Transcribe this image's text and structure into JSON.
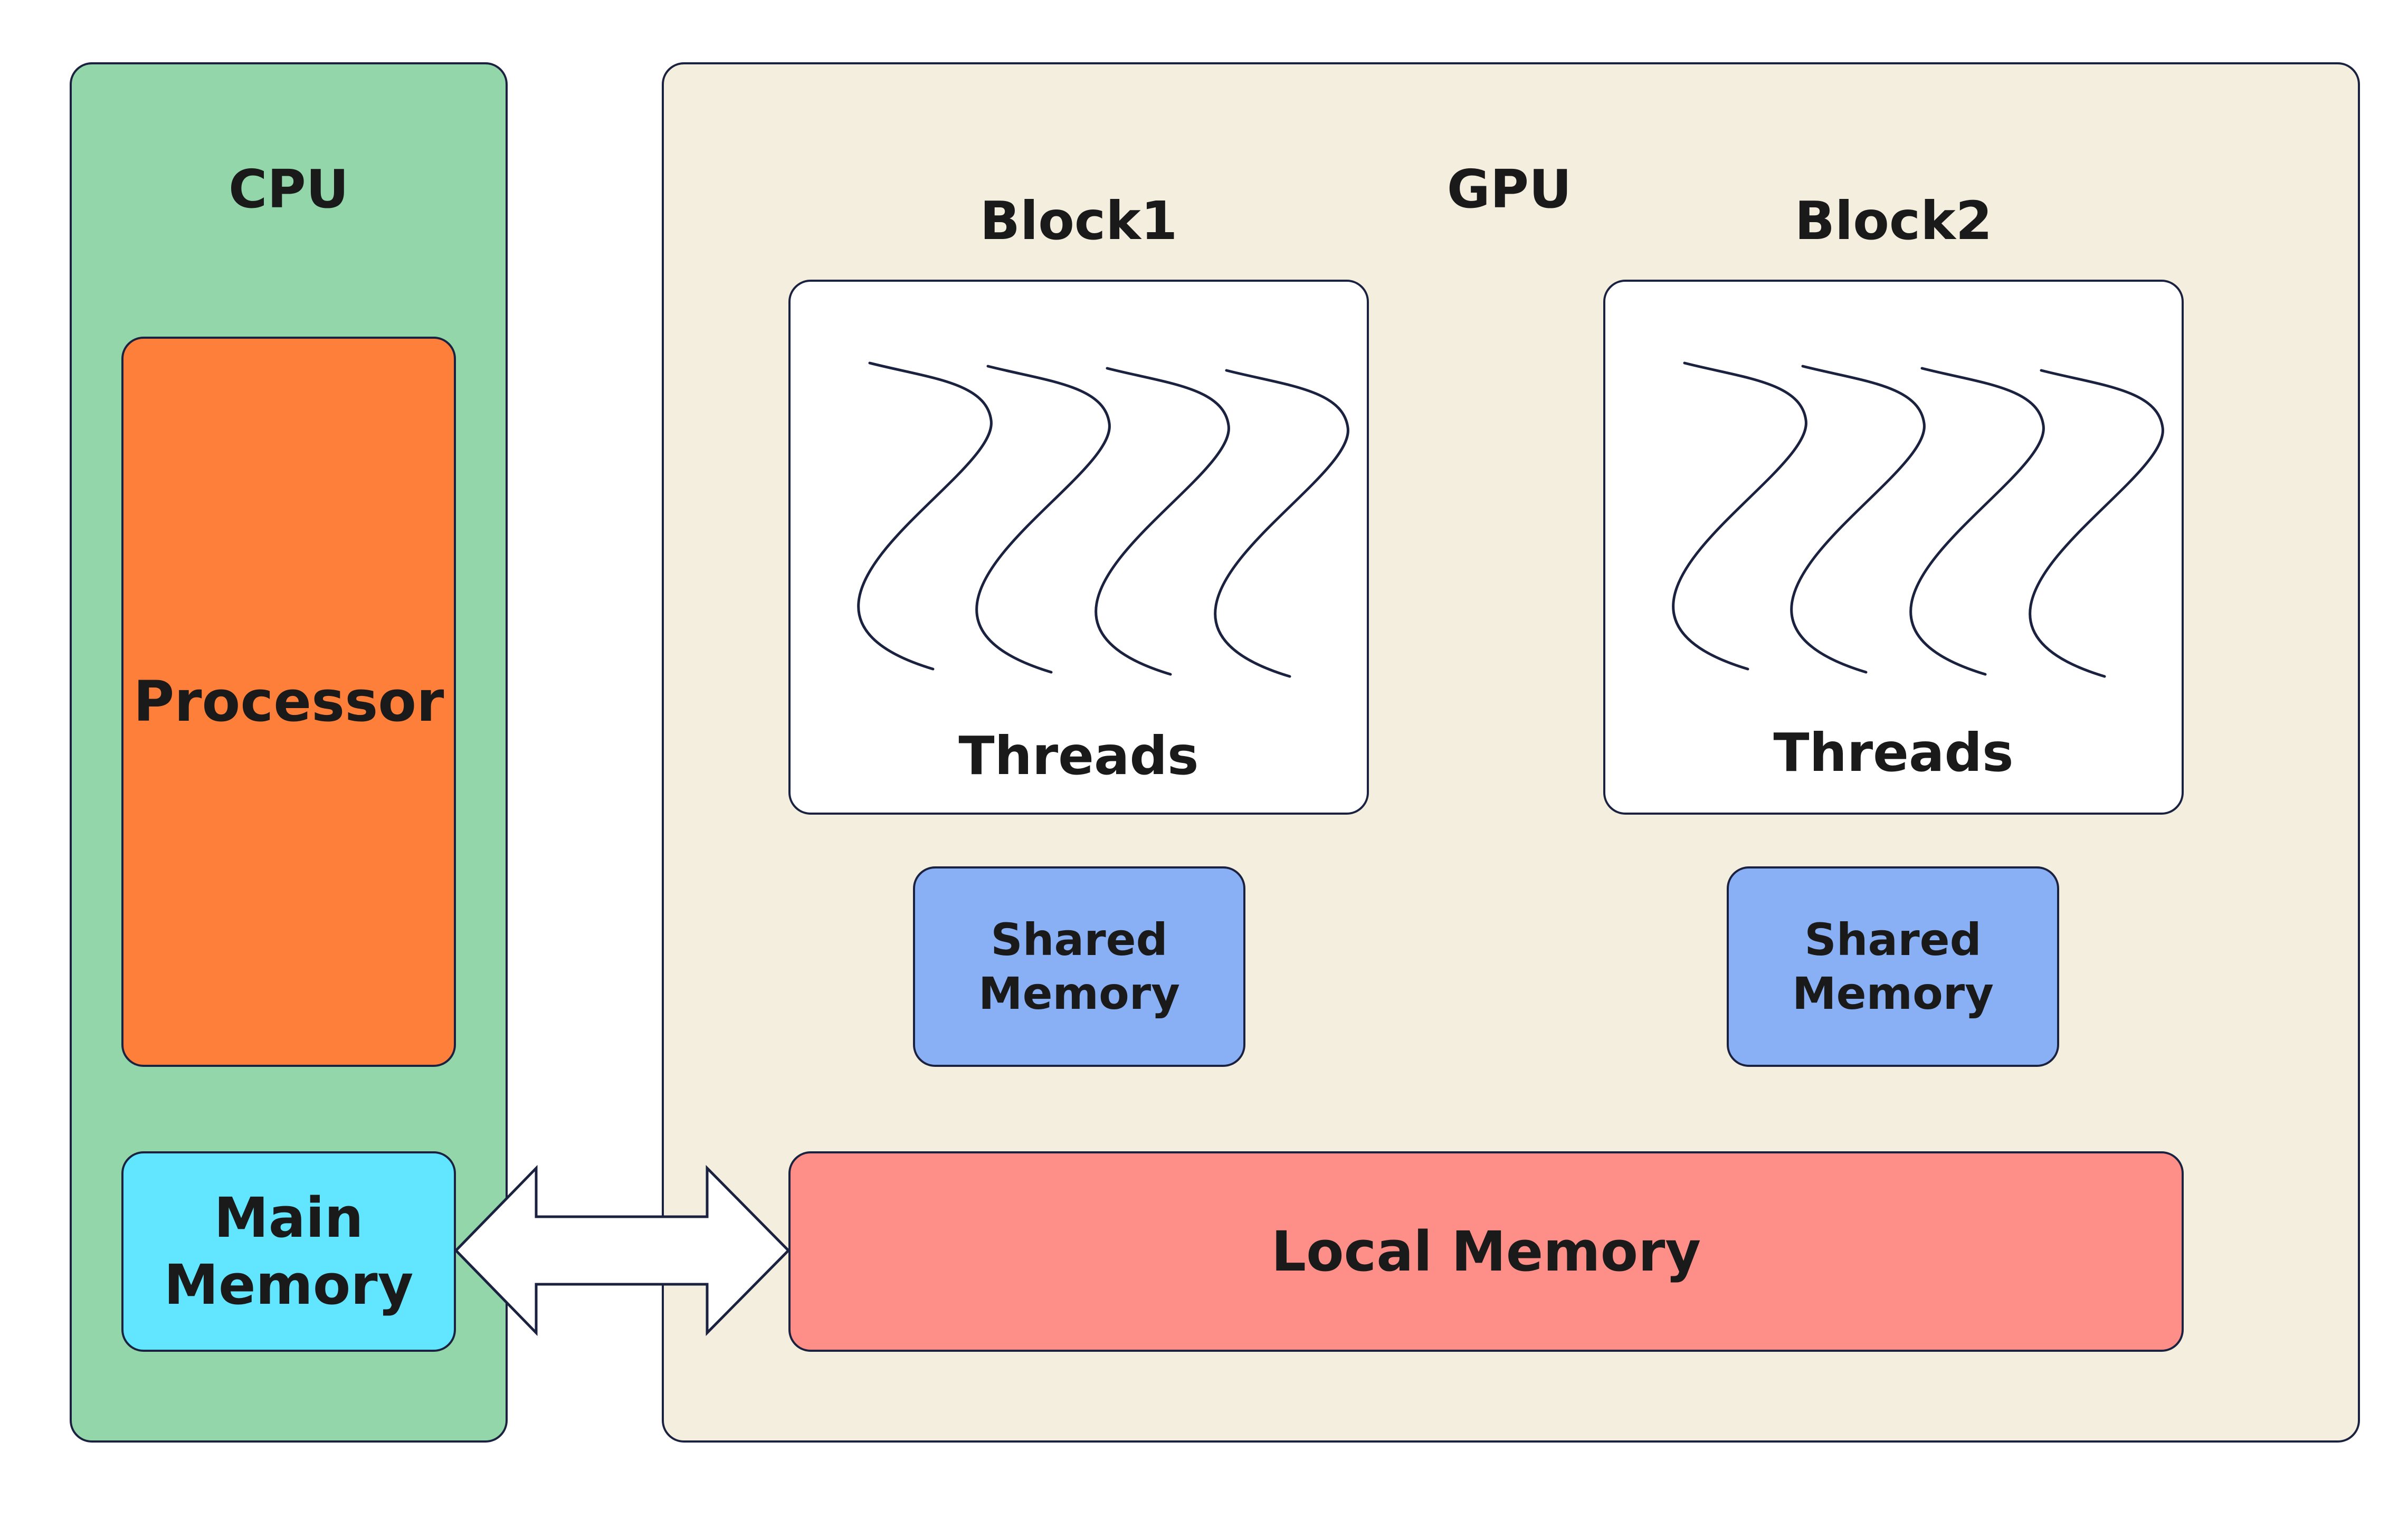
{
  "cpu": {
    "title": "CPU",
    "processor_label": "Processor",
    "main_memory_line1": "Main",
    "main_memory_line2": "Memory",
    "panel_color": "#93d6a9",
    "processor_color": "#fe7f3a",
    "main_memory_color": "#62e5fe"
  },
  "gpu": {
    "title": "GPU",
    "panel_color": "#f3eede",
    "blocks": [
      {
        "title": "Block1",
        "threads_label": "Threads",
        "shared_line1": "Shared",
        "shared_line2": "Memory"
      },
      {
        "title": "Block2",
        "threads_label": "Threads",
        "shared_line1": "Shared",
        "shared_line2": "Memory"
      }
    ],
    "shared_memory_color": "#89aff4",
    "local_memory_label": "Local Memory",
    "local_memory_color": "#fe8f88"
  },
  "connector": {
    "type": "double-arrow",
    "from": "Main Memory",
    "to": "Local Memory"
  }
}
